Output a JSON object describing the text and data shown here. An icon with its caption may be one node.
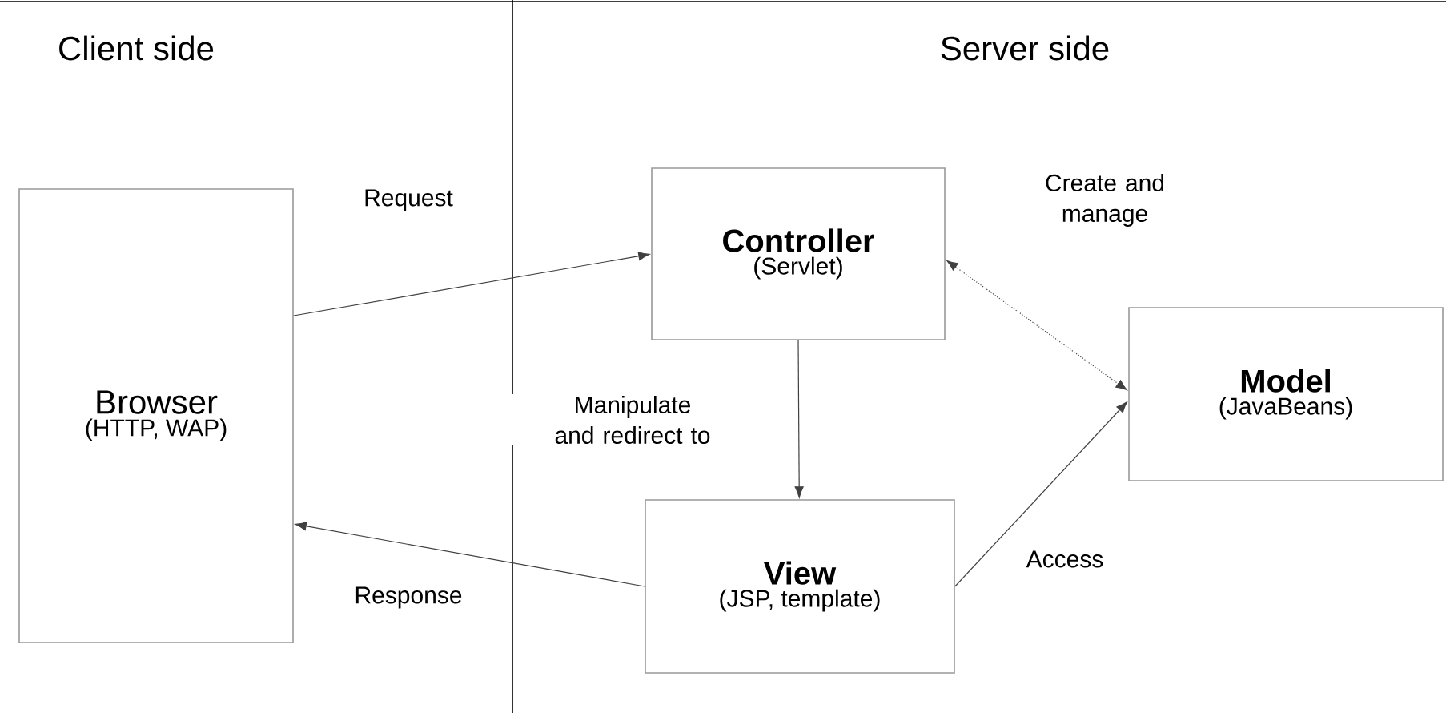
{
  "diagram": {
    "nodes": [
      {
        "text": [
          "Browser",
          "(HTTP, WAP)"
        ]
      },
      {
        "text": [
          "Controller",
          "(Servlet)"
        ]
      },
      {
        "text": [
          "View",
          "(JSP, template)"
        ]
      },
      {
        "text": [
          "Model",
          "(JavaBeans)"
        ]
      }
    ],
    "edges": [
      {
        "from": 0,
        "to": 1,
        "arrow": "to",
        "label": "Request"
      },
      {
        "from": 2,
        "to": 0,
        "arrow": "to",
        "label": "Response"
      },
      {
        "from": 1,
        "to": 2,
        "arrow": "to",
        "label": "Manipulate and redirect to"
      },
      {
        "from": 1,
        "to": 3,
        "arrow": "both",
        "label": "Create and manage",
        "style": "dashed"
      },
      {
        "from": 2,
        "to": 3,
        "arrow": "to",
        "label": "Access"
      }
    ],
    "labels": [
      "Client side",
      "Server side"
    ]
  }
}
